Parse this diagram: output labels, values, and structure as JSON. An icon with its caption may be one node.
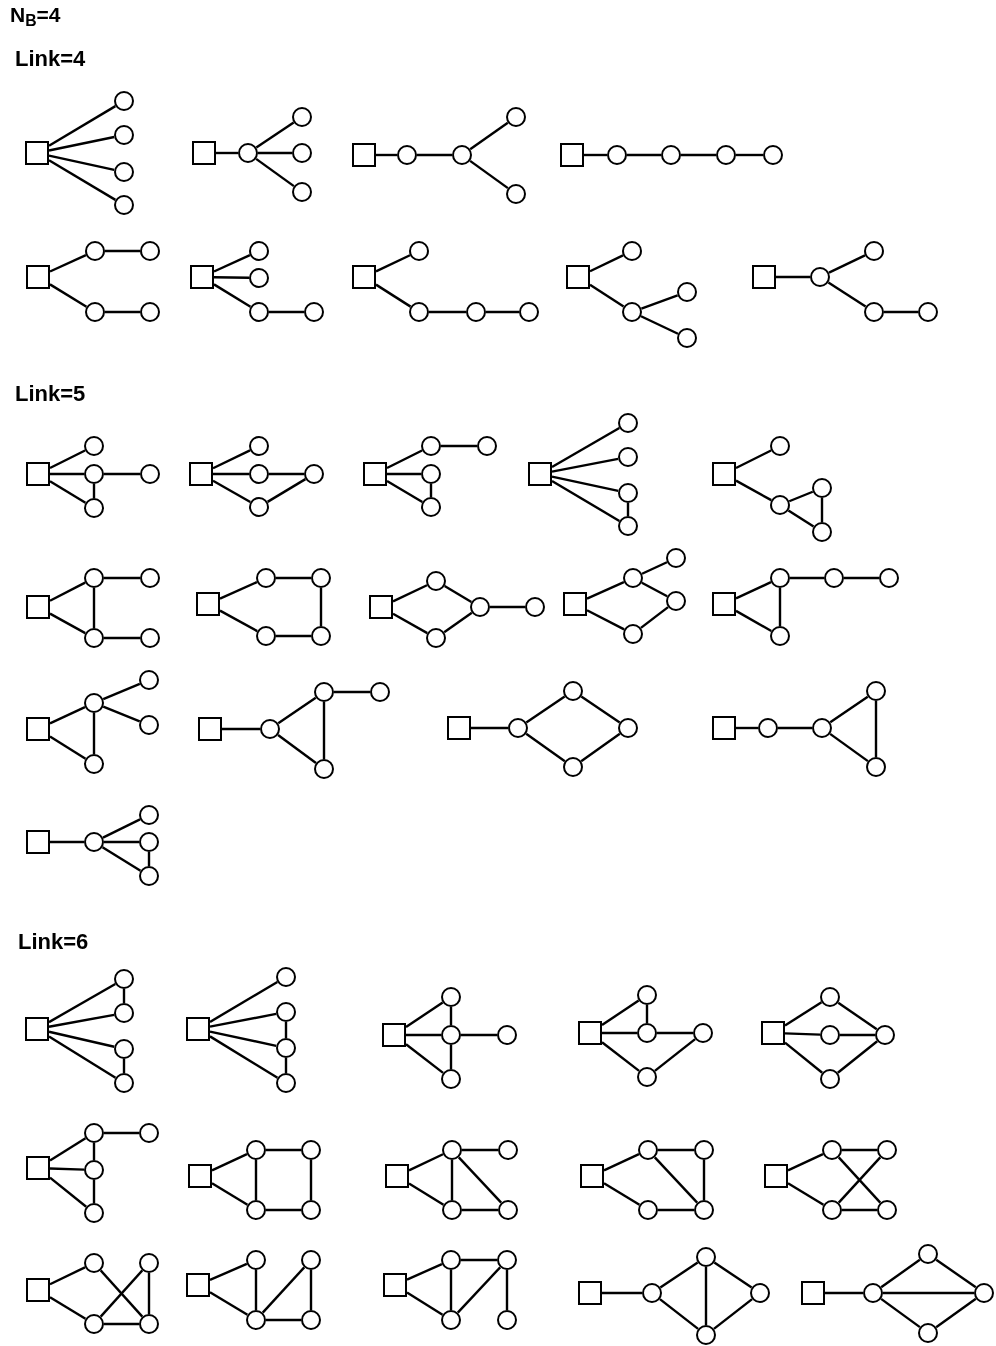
{
  "diagram": {
    "title": "N$_{B}$=4",
    "labels": [
      "Link=4",
      "Link=5",
      "Link=6"
    ],
    "nodes": [
      {
        "text": [],
        "shape": "box"
      },
      {
        "text": [],
        "shape": "circle"
      },
      {
        "text": [],
        "shape": "circle"
      },
      {
        "text": [],
        "shape": "circle"
      },
      {
        "text": [],
        "shape": "circle"
      },
      {
        "text": [],
        "shape": "box"
      },
      {
        "text": [],
        "shape": "circle"
      },
      {
        "text": [],
        "shape": "circle"
      },
      {
        "text": [],
        "shape": "circle"
      },
      {
        "text": [],
        "shape": "circle"
      },
      {
        "text": [],
        "shape": "box"
      },
      {
        "text": [],
        "shape": "circle"
      },
      {
        "text": [],
        "shape": "circle"
      },
      {
        "text": [],
        "shape": "circle"
      },
      {
        "text": [],
        "shape": "circle"
      },
      {
        "text": [],
        "shape": "box"
      },
      {
        "text": [],
        "shape": "circle"
      },
      {
        "text": [],
        "shape": "circle"
      },
      {
        "text": [],
        "shape": "circle"
      },
      {
        "text": [],
        "shape": "circle"
      },
      {
        "text": [],
        "shape": "box"
      },
      {
        "text": [],
        "shape": "circle"
      },
      {
        "text": [],
        "shape": "circle"
      },
      {
        "text": [],
        "shape": "circle"
      },
      {
        "text": [],
        "shape": "circle"
      },
      {
        "text": [],
        "shape": "box"
      },
      {
        "text": [],
        "shape": "circle"
      },
      {
        "text": [],
        "shape": "circle"
      },
      {
        "text": [],
        "shape": "circle"
      },
      {
        "text": [],
        "shape": "circle"
      },
      {
        "text": [],
        "shape": "box"
      },
      {
        "text": [],
        "shape": "circle"
      },
      {
        "text": [],
        "shape": "circle"
      },
      {
        "text": [],
        "shape": "circle"
      },
      {
        "text": [],
        "shape": "circle"
      },
      {
        "text": [],
        "shape": "box"
      },
      {
        "text": [],
        "shape": "circle"
      },
      {
        "text": [],
        "shape": "circle"
      },
      {
        "text": [],
        "shape": "circle"
      },
      {
        "text": [],
        "shape": "circle"
      },
      {
        "text": [],
        "shape": "box"
      },
      {
        "text": [],
        "shape": "circle"
      },
      {
        "text": [],
        "shape": "circle"
      },
      {
        "text": [],
        "shape": "circle"
      },
      {
        "text": [],
        "shape": "circle"
      },
      {
        "text": [],
        "shape": "box"
      },
      {
        "text": [],
        "shape": "circle"
      },
      {
        "text": [],
        "shape": "circle"
      },
      {
        "text": [],
        "shape": "circle"
      },
      {
        "text": [],
        "shape": "circle"
      },
      {
        "text": [],
        "shape": "box"
      },
      {
        "text": [],
        "shape": "circle"
      },
      {
        "text": [],
        "shape": "circle"
      },
      {
        "text": [],
        "shape": "circle"
      },
      {
        "text": [],
        "shape": "circle"
      },
      {
        "text": [],
        "shape": "box"
      },
      {
        "text": [],
        "shape": "circle"
      },
      {
        "text": [],
        "shape": "circle"
      },
      {
        "text": [],
        "shape": "circle"
      },
      {
        "text": [],
        "shape": "circle"
      },
      {
        "text": [],
        "shape": "box"
      },
      {
        "text": [],
        "shape": "circle"
      },
      {
        "text": [],
        "shape": "circle"
      },
      {
        "text": [],
        "shape": "circle"
      },
      {
        "text": [],
        "shape": "circle"
      },
      {
        "text": [],
        "shape": "box"
      },
      {
        "text": [],
        "shape": "circle"
      },
      {
        "text": [],
        "shape": "circle"
      },
      {
        "text": [],
        "shape": "circle"
      },
      {
        "text": [],
        "shape": "circle"
      },
      {
        "text": [],
        "shape": "box"
      },
      {
        "text": [],
        "shape": "circle"
      },
      {
        "text": [],
        "shape": "circle"
      },
      {
        "text": [],
        "shape": "circle"
      },
      {
        "text": [],
        "shape": "circle"
      },
      {
        "text": [],
        "shape": "box"
      },
      {
        "text": [],
        "shape": "circle"
      },
      {
        "text": [],
        "shape": "circle"
      },
      {
        "text": [],
        "shape": "circle"
      },
      {
        "text": [],
        "shape": "circle"
      },
      {
        "text": [],
        "shape": "box"
      },
      {
        "text": [],
        "shape": "circle"
      },
      {
        "text": [],
        "shape": "circle"
      },
      {
        "text": [],
        "shape": "circle"
      },
      {
        "text": [],
        "shape": "circle"
      },
      {
        "text": [],
        "shape": "box"
      },
      {
        "text": [],
        "shape": "circle"
      },
      {
        "text": [],
        "shape": "circle"
      },
      {
        "text": [],
        "shape": "circle"
      },
      {
        "text": [],
        "shape": "circle"
      },
      {
        "text": [],
        "shape": "box"
      },
      {
        "text": [],
        "shape": "circle"
      },
      {
        "text": [],
        "shape": "circle"
      },
      {
        "text": [],
        "shape": "circle"
      },
      {
        "text": [],
        "shape": "circle"
      },
      {
        "text": [],
        "shape": "box"
      },
      {
        "text": [],
        "shape": "circle"
      },
      {
        "text": [],
        "shape": "circle"
      },
      {
        "text": [],
        "shape": "circle"
      },
      {
        "text": [],
        "shape": "circle"
      },
      {
        "text": [],
        "shape": "box"
      },
      {
        "text": [],
        "shape": "circle"
      },
      {
        "text": [],
        "shape": "circle"
      },
      {
        "text": [],
        "shape": "circle"
      },
      {
        "text": [],
        "shape": "circle"
      },
      {
        "text": [],
        "shape": "box"
      },
      {
        "text": [],
        "shape": "circle"
      },
      {
        "text": [],
        "shape": "circle"
      },
      {
        "text": [],
        "shape": "circle"
      },
      {
        "text": [],
        "shape": "circle"
      },
      {
        "text": [],
        "shape": "box"
      },
      {
        "text": [],
        "shape": "circle"
      },
      {
        "text": [],
        "shape": "circle"
      },
      {
        "text": [],
        "shape": "circle"
      },
      {
        "text": [],
        "shape": "circle"
      },
      {
        "text": [],
        "shape": "box"
      },
      {
        "text": [],
        "shape": "circle"
      },
      {
        "text": [],
        "shape": "circle"
      },
      {
        "text": [],
        "shape": "circle"
      },
      {
        "text": [],
        "shape": "circle"
      },
      {
        "text": [],
        "shape": "box"
      },
      {
        "text": [],
        "shape": "circle"
      },
      {
        "text": [],
        "shape": "circle"
      },
      {
        "text": [],
        "shape": "circle"
      },
      {
        "text": [],
        "shape": "circle"
      },
      {
        "text": [],
        "shape": "box"
      },
      {
        "text": [],
        "shape": "circle"
      },
      {
        "text": [],
        "shape": "circle"
      },
      {
        "text": [],
        "shape": "circle"
      },
      {
        "text": [],
        "shape": "circle"
      },
      {
        "text": [],
        "shape": "box"
      },
      {
        "text": [],
        "shape": "circle"
      },
      {
        "text": [],
        "shape": "circle"
      },
      {
        "text": [],
        "shape": "circle"
      },
      {
        "text": [],
        "shape": "circle"
      },
      {
        "text": [],
        "shape": "box"
      },
      {
        "text": [],
        "shape": "circle"
      },
      {
        "text": [],
        "shape": "circle"
      },
      {
        "text": [],
        "shape": "circle"
      },
      {
        "text": [],
        "shape": "circle"
      },
      {
        "text": [],
        "shape": "box"
      },
      {
        "text": [],
        "shape": "circle"
      },
      {
        "text": [],
        "shape": "circle"
      },
      {
        "text": [],
        "shape": "circle"
      },
      {
        "text": [],
        "shape": "circle"
      },
      {
        "text": [],
        "shape": "box"
      },
      {
        "text": [],
        "shape": "circle"
      },
      {
        "text": [],
        "shape": "circle"
      },
      {
        "text": [],
        "shape": "circle"
      },
      {
        "text": [],
        "shape": "circle"
      },
      {
        "text": [],
        "shape": "box"
      },
      {
        "text": [],
        "shape": "circle"
      },
      {
        "text": [],
        "shape": "circle"
      },
      {
        "text": [],
        "shape": "circle"
      },
      {
        "text": [],
        "shape": "circle"
      },
      {
        "text": [],
        "shape": "box"
      },
      {
        "text": [],
        "shape": "circle"
      },
      {
        "text": [],
        "shape": "circle"
      },
      {
        "text": [],
        "shape": "circle"
      },
      {
        "text": [],
        "shape": "circle"
      },
      {
        "text": [],
        "shape": "box"
      },
      {
        "text": [],
        "shape": "circle"
      },
      {
        "text": [],
        "shape": "circle"
      },
      {
        "text": [],
        "shape": "circle"
      },
      {
        "text": [],
        "shape": "circle"
      },
      {
        "text": [],
        "shape": "box"
      },
      {
        "text": [],
        "shape": "circle"
      },
      {
        "text": [],
        "shape": "circle"
      },
      {
        "text": [],
        "shape": "circle"
      },
      {
        "text": [],
        "shape": "circle"
      },
      {
        "text": [],
        "shape": "box"
      },
      {
        "text": [],
        "shape": "circle"
      },
      {
        "text": [],
        "shape": "circle"
      },
      {
        "text": [],
        "shape": "circle"
      },
      {
        "text": [],
        "shape": "circle"
      },
      {
        "text": [],
        "shape": "box"
      },
      {
        "text": [],
        "shape": "circle"
      },
      {
        "text": [],
        "shape": "circle"
      },
      {
        "text": [],
        "shape": "circle"
      },
      {
        "text": [],
        "shape": "circle"
      },
      {
        "text": [],
        "shape": "box"
      },
      {
        "text": [],
        "shape": "circle"
      },
      {
        "text": [],
        "shape": "circle"
      },
      {
        "text": [],
        "shape": "circle"
      },
      {
        "text": [],
        "shape": "circle"
      },
      {
        "text": [],
        "shape": "box"
      },
      {
        "text": [],
        "shape": "circle"
      },
      {
        "text": [],
        "shape": "circle"
      },
      {
        "text": [],
        "shape": "circle"
      },
      {
        "text": [],
        "shape": "circle"
      },
      {
        "text": [],
        "shape": "box"
      },
      {
        "text": [],
        "shape": "circle"
      },
      {
        "text": [],
        "shape": "circle"
      },
      {
        "text": [],
        "shape": "circle"
      },
      {
        "text": [],
        "shape": "circle"
      }
    ],
    "edges": [
      {
        "from": 0,
        "to": 1,
        "arrow": "none"
      },
      {
        "from": 0,
        "to": 2,
        "arrow": "none"
      },
      {
        "from": 0,
        "to": 3,
        "arrow": "none"
      },
      {
        "from": 0,
        "to": 4,
        "arrow": "none"
      },
      {
        "from": 5,
        "to": 6,
        "arrow": "none"
      },
      {
        "from": 6,
        "to": 7,
        "arrow": "none"
      },
      {
        "from": 6,
        "to": 8,
        "arrow": "none"
      },
      {
        "from": 6,
        "to": 9,
        "arrow": "none"
      },
      {
        "from": 10,
        "to": 11,
        "arrow": "none"
      },
      {
        "from": 11,
        "to": 12,
        "arrow": "none"
      },
      {
        "from": 12,
        "to": 13,
        "arrow": "none"
      },
      {
        "from": 12,
        "to": 14,
        "arrow": "none"
      },
      {
        "from": 15,
        "to": 16,
        "arrow": "none"
      },
      {
        "from": 16,
        "to": 17,
        "arrow": "none"
      },
      {
        "from": 17,
        "to": 18,
        "arrow": "none"
      },
      {
        "from": 18,
        "to": 19,
        "arrow": "none"
      },
      {
        "from": 20,
        "to": 21,
        "arrow": "none"
      },
      {
        "from": 21,
        "to": 22,
        "arrow": "none"
      },
      {
        "from": 20,
        "to": 23,
        "arrow": "none"
      },
      {
        "from": 23,
        "to": 24,
        "arrow": "none"
      },
      {
        "from": 25,
        "to": 26,
        "arrow": "none"
      },
      {
        "from": 25,
        "to": 27,
        "arrow": "none"
      },
      {
        "from": 25,
        "to": 28,
        "arrow": "none"
      },
      {
        "from": 28,
        "to": 29,
        "arrow": "none"
      },
      {
        "from": 30,
        "to": 31,
        "arrow": "none"
      },
      {
        "from": 30,
        "to": 32,
        "arrow": "none"
      },
      {
        "from": 32,
        "to": 33,
        "arrow": "none"
      },
      {
        "from": 33,
        "to": 34,
        "arrow": "none"
      },
      {
        "from": 35,
        "to": 36,
        "arrow": "none"
      },
      {
        "from": 35,
        "to": 37,
        "arrow": "none"
      },
      {
        "from": 37,
        "to": 38,
        "arrow": "none"
      },
      {
        "from": 37,
        "to": 39,
        "arrow": "none"
      },
      {
        "from": 40,
        "to": 41,
        "arrow": "none"
      },
      {
        "from": 41,
        "to": 42,
        "arrow": "none"
      },
      {
        "from": 41,
        "to": 43,
        "arrow": "none"
      },
      {
        "from": 43,
        "to": 44,
        "arrow": "none"
      },
      {
        "from": 45,
        "to": 46,
        "arrow": "none"
      },
      {
        "from": 45,
        "to": 47,
        "arrow": "none"
      },
      {
        "from": 45,
        "to": 48,
        "arrow": "none"
      },
      {
        "from": 47,
        "to": 48,
        "arrow": "none"
      },
      {
        "from": 47,
        "to": 49,
        "arrow": "none"
      },
      {
        "from": 50,
        "to": 51,
        "arrow": "none"
      },
      {
        "from": 50,
        "to": 52,
        "arrow": "none"
      },
      {
        "from": 50,
        "to": 53,
        "arrow": "none"
      },
      {
        "from": 52,
        "to": 54,
        "arrow": "none"
      },
      {
        "from": 53,
        "to": 54,
        "arrow": "none"
      },
      {
        "from": 55,
        "to": 56,
        "arrow": "none"
      },
      {
        "from": 56,
        "to": 57,
        "arrow": "none"
      },
      {
        "from": 55,
        "to": 58,
        "arrow": "none"
      },
      {
        "from": 55,
        "to": 59,
        "arrow": "none"
      },
      {
        "from": 58,
        "to": 59,
        "arrow": "none"
      },
      {
        "from": 60,
        "to": 61,
        "arrow": "none"
      },
      {
        "from": 60,
        "to": 62,
        "arrow": "none"
      },
      {
        "from": 60,
        "to": 63,
        "arrow": "none"
      },
      {
        "from": 60,
        "to": 64,
        "arrow": "none"
      },
      {
        "from": 63,
        "to": 64,
        "arrow": "none"
      },
      {
        "from": 65,
        "to": 66,
        "arrow": "none"
      },
      {
        "from": 65,
        "to": 67,
        "arrow": "none"
      },
      {
        "from": 67,
        "to": 68,
        "arrow": "none"
      },
      {
        "from": 67,
        "to": 69,
        "arrow": "none"
      },
      {
        "from": 68,
        "to": 69,
        "arrow": "none"
      },
      {
        "from": 70,
        "to": 71,
        "arrow": "none"
      },
      {
        "from": 71,
        "to": 72,
        "arrow": "none"
      },
      {
        "from": 70,
        "to": 73,
        "arrow": "none"
      },
      {
        "from": 73,
        "to": 74,
        "arrow": "none"
      },
      {
        "from": 71,
        "to": 73,
        "arrow": "none"
      },
      {
        "from": 75,
        "to": 76,
        "arrow": "none"
      },
      {
        "from": 76,
        "to": 77,
        "arrow": "none"
      },
      {
        "from": 75,
        "to": 78,
        "arrow": "none"
      },
      {
        "from": 78,
        "to": 79,
        "arrow": "none"
      },
      {
        "from": 77,
        "to": 79,
        "arrow": "none"
      },
      {
        "from": 80,
        "to": 81,
        "arrow": "none"
      },
      {
        "from": 80,
        "to": 82,
        "arrow": "none"
      },
      {
        "from": 81,
        "to": 83,
        "arrow": "none"
      },
      {
        "from": 82,
        "to": 83,
        "arrow": "none"
      },
      {
        "from": 83,
        "to": 84,
        "arrow": "none"
      },
      {
        "from": 85,
        "to": 86,
        "arrow": "none"
      },
      {
        "from": 86,
        "to": 87,
        "arrow": "none"
      },
      {
        "from": 86,
        "to": 88,
        "arrow": "none"
      },
      {
        "from": 85,
        "to": 89,
        "arrow": "none"
      },
      {
        "from": 89,
        "to": 88,
        "arrow": "none"
      },
      {
        "from": 90,
        "to": 91,
        "arrow": "none"
      },
      {
        "from": 91,
        "to": 92,
        "arrow": "none"
      },
      {
        "from": 92,
        "to": 93,
        "arrow": "none"
      },
      {
        "from": 90,
        "to": 94,
        "arrow": "none"
      },
      {
        "from": 91,
        "to": 94,
        "arrow": "none"
      },
      {
        "from": 95,
        "to": 96,
        "arrow": "none"
      },
      {
        "from": 96,
        "to": 97,
        "arrow": "none"
      },
      {
        "from": 96,
        "to": 98,
        "arrow": "none"
      },
      {
        "from": 95,
        "to": 99,
        "arrow": "none"
      },
      {
        "from": 96,
        "to": 99,
        "arrow": "none"
      },
      {
        "from": 100,
        "to": 101,
        "arrow": "none"
      },
      {
        "from": 101,
        "to": 102,
        "arrow": "none"
      },
      {
        "from": 102,
        "to": 103,
        "arrow": "none"
      },
      {
        "from": 101,
        "to": 104,
        "arrow": "none"
      },
      {
        "from": 102,
        "to": 104,
        "arrow": "none"
      },
      {
        "from": 105,
        "to": 106,
        "arrow": "none"
      },
      {
        "from": 106,
        "to": 107,
        "arrow": "none"
      },
      {
        "from": 107,
        "to": 108,
        "arrow": "none"
      },
      {
        "from": 106,
        "to": 109,
        "arrow": "none"
      },
      {
        "from": 109,
        "to": 108,
        "arrow": "none"
      },
      {
        "from": 110,
        "to": 111,
        "arrow": "none"
      },
      {
        "from": 111,
        "to": 112,
        "arrow": "none"
      },
      {
        "from": 112,
        "to": 113,
        "arrow": "none"
      },
      {
        "from": 112,
        "to": 114,
        "arrow": "none"
      },
      {
        "from": 113,
        "to": 114,
        "arrow": "none"
      },
      {
        "from": 115,
        "to": 116,
        "arrow": "none"
      },
      {
        "from": 116,
        "to": 117,
        "arrow": "none"
      },
      {
        "from": 116,
        "to": 118,
        "arrow": "none"
      },
      {
        "from": 116,
        "to": 119,
        "arrow": "none"
      },
      {
        "from": 118,
        "to": 119,
        "arrow": "none"
      },
      {
        "from": 120,
        "to": 121,
        "arrow": "none"
      },
      {
        "from": 120,
        "to": 122,
        "arrow": "none"
      },
      {
        "from": 120,
        "to": 123,
        "arrow": "none"
      },
      {
        "from": 120,
        "to": 124,
        "arrow": "none"
      },
      {
        "from": 121,
        "to": 122,
        "arrow": "none"
      },
      {
        "from": 123,
        "to": 124,
        "arrow": "none"
      },
      {
        "from": 125,
        "to": 126,
        "arrow": "none"
      },
      {
        "from": 125,
        "to": 127,
        "arrow": "none"
      },
      {
        "from": 125,
        "to": 128,
        "arrow": "none"
      },
      {
        "from": 125,
        "to": 129,
        "arrow": "none"
      },
      {
        "from": 127,
        "to": 128,
        "arrow": "none"
      },
      {
        "from": 128,
        "to": 129,
        "arrow": "none"
      },
      {
        "from": 130,
        "to": 131,
        "arrow": "none"
      },
      {
        "from": 130,
        "to": 132,
        "arrow": "none"
      },
      {
        "from": 130,
        "to": 134,
        "arrow": "none"
      },
      {
        "from": 131,
        "to": 132,
        "arrow": "none"
      },
      {
        "from": 132,
        "to": 133,
        "arrow": "none"
      },
      {
        "from": 132,
        "to": 134,
        "arrow": "none"
      },
      {
        "from": 135,
        "to": 136,
        "arrow": "none"
      },
      {
        "from": 135,
        "to": 137,
        "arrow": "none"
      },
      {
        "from": 135,
        "to": 139,
        "arrow": "none"
      },
      {
        "from": 136,
        "to": 137,
        "arrow": "none"
      },
      {
        "from": 137,
        "to": 138,
        "arrow": "none"
      },
      {
        "from": 139,
        "to": 138,
        "arrow": "none"
      },
      {
        "from": 140,
        "to": 141,
        "arrow": "none"
      },
      {
        "from": 140,
        "to": 142,
        "arrow": "none"
      },
      {
        "from": 140,
        "to": 144,
        "arrow": "none"
      },
      {
        "from": 141,
        "to": 143,
        "arrow": "none"
      },
      {
        "from": 142,
        "to": 143,
        "arrow": "none"
      },
      {
        "from": 144,
        "to": 143,
        "arrow": "none"
      },
      {
        "from": 145,
        "to": 146,
        "arrow": "none"
      },
      {
        "from": 146,
        "to": 147,
        "arrow": "none"
      },
      {
        "from": 145,
        "to": 148,
        "arrow": "none"
      },
      {
        "from": 145,
        "to": 149,
        "arrow": "none"
      },
      {
        "from": 146,
        "to": 148,
        "arrow": "none"
      },
      {
        "from": 148,
        "to": 149,
        "arrow": "none"
      },
      {
        "from": 150,
        "to": 151,
        "arrow": "none"
      },
      {
        "from": 151,
        "to": 152,
        "arrow": "none"
      },
      {
        "from": 150,
        "to": 153,
        "arrow": "none"
      },
      {
        "from": 151,
        "to": 153,
        "arrow": "none"
      },
      {
        "from": 153,
        "to": 154,
        "arrow": "none"
      },
      {
        "from": 152,
        "to": 154,
        "arrow": "none"
      },
      {
        "from": 155,
        "to": 156,
        "arrow": "none"
      },
      {
        "from": 156,
        "to": 157,
        "arrow": "none"
      },
      {
        "from": 155,
        "to": 158,
        "arrow": "none"
      },
      {
        "from": 156,
        "to": 158,
        "arrow": "none"
      },
      {
        "from": 156,
        "to": 159,
        "arrow": "none"
      },
      {
        "from": 158,
        "to": 159,
        "arrow": "none"
      },
      {
        "from": 160,
        "to": 161,
        "arrow": "none"
      },
      {
        "from": 161,
        "to": 162,
        "arrow": "none"
      },
      {
        "from": 160,
        "to": 163,
        "arrow": "none"
      },
      {
        "from": 161,
        "to": 164,
        "arrow": "none"
      },
      {
        "from": 162,
        "to": 164,
        "arrow": "none"
      },
      {
        "from": 163,
        "to": 164,
        "arrow": "none"
      },
      {
        "from": 165,
        "to": 166,
        "arrow": "none"
      },
      {
        "from": 166,
        "to": 167,
        "arrow": "none"
      },
      {
        "from": 165,
        "to": 168,
        "arrow": "none"
      },
      {
        "from": 168,
        "to": 169,
        "arrow": "none"
      },
      {
        "from": 166,
        "to": 169,
        "arrow": "none"
      },
      {
        "from": 167,
        "to": 168,
        "arrow": "none"
      },
      {
        "from": 170,
        "to": 171,
        "arrow": "none"
      },
      {
        "from": 170,
        "to": 173,
        "arrow": "none"
      },
      {
        "from": 171,
        "to": 174,
        "arrow": "none"
      },
      {
        "from": 172,
        "to": 173,
        "arrow": "none"
      },
      {
        "from": 172,
        "to": 174,
        "arrow": "none"
      },
      {
        "from": 173,
        "to": 174,
        "arrow": "none"
      },
      {
        "from": 175,
        "to": 176,
        "arrow": "none"
      },
      {
        "from": 176,
        "to": 178,
        "arrow": "none"
      },
      {
        "from": 175,
        "to": 178,
        "arrow": "none"
      },
      {
        "from": 178,
        "to": 177,
        "arrow": "none"
      },
      {
        "from": 177,
        "to": 179,
        "arrow": "none"
      },
      {
        "from": 178,
        "to": 179,
        "arrow": "none"
      },
      {
        "from": 180,
        "to": 181,
        "arrow": "none"
      },
      {
        "from": 181,
        "to": 182,
        "arrow": "none"
      },
      {
        "from": 180,
        "to": 183,
        "arrow": "none"
      },
      {
        "from": 181,
        "to": 183,
        "arrow": "none"
      },
      {
        "from": 182,
        "to": 183,
        "arrow": "none"
      },
      {
        "from": 182,
        "to": 184,
        "arrow": "none"
      },
      {
        "from": 185,
        "to": 186,
        "arrow": "none"
      },
      {
        "from": 186,
        "to": 187,
        "arrow": "none"
      },
      {
        "from": 186,
        "to": 188,
        "arrow": "none"
      },
      {
        "from": 187,
        "to": 188,
        "arrow": "none"
      },
      {
        "from": 187,
        "to": 189,
        "arrow": "none"
      },
      {
        "from": 188,
        "to": 189,
        "arrow": "none"
      },
      {
        "from": 190,
        "to": 191,
        "arrow": "none"
      },
      {
        "from": 191,
        "to": 192,
        "arrow": "none"
      },
      {
        "from": 191,
        "to": 193,
        "arrow": "none"
      },
      {
        "from": 191,
        "to": 194,
        "arrow": "none"
      },
      {
        "from": 192,
        "to": 194,
        "arrow": "none"
      },
      {
        "from": 193,
        "to": 194,
        "arrow": "none"
      }
    ]
  }
}
